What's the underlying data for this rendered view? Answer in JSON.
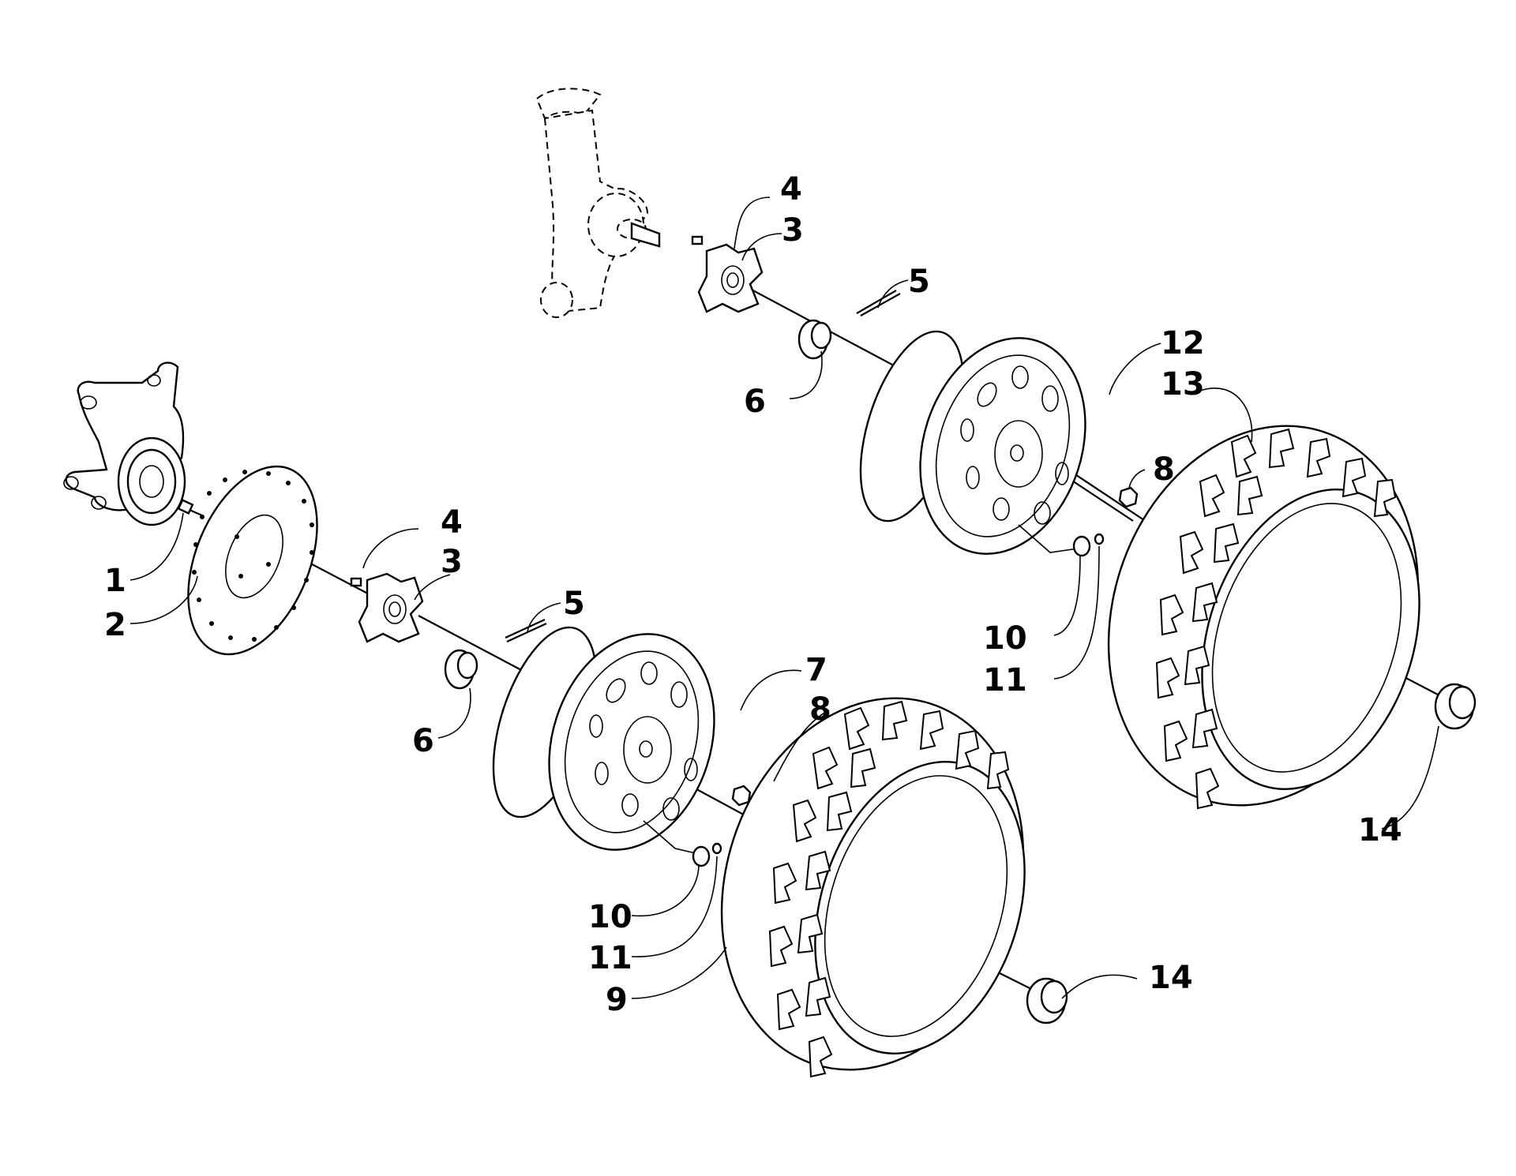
{
  "callouts": [
    {
      "key": "c1",
      "text": "1"
    },
    {
      "key": "c2",
      "text": "2"
    },
    {
      "key": "c3a",
      "text": "3"
    },
    {
      "key": "c3b",
      "text": "3"
    },
    {
      "key": "c4a",
      "text": "4"
    },
    {
      "key": "c4b",
      "text": "4"
    },
    {
      "key": "c5a",
      "text": "5"
    },
    {
      "key": "c5b",
      "text": "5"
    },
    {
      "key": "c6a",
      "text": "6"
    },
    {
      "key": "c6b",
      "text": "6"
    },
    {
      "key": "c7",
      "text": "7"
    },
    {
      "key": "c8a",
      "text": "8"
    },
    {
      "key": "c8b",
      "text": "8"
    },
    {
      "key": "c9",
      "text": "9"
    },
    {
      "key": "c10a",
      "text": "10"
    },
    {
      "key": "c10b",
      "text": "10"
    },
    {
      "key": "c11a",
      "text": "11"
    },
    {
      "key": "c11b",
      "text": "11"
    },
    {
      "key": "c12",
      "text": "12"
    },
    {
      "key": "c13",
      "text": "13"
    },
    {
      "key": "c14a",
      "text": "14"
    },
    {
      "key": "c14b",
      "text": "14"
    }
  ]
}
